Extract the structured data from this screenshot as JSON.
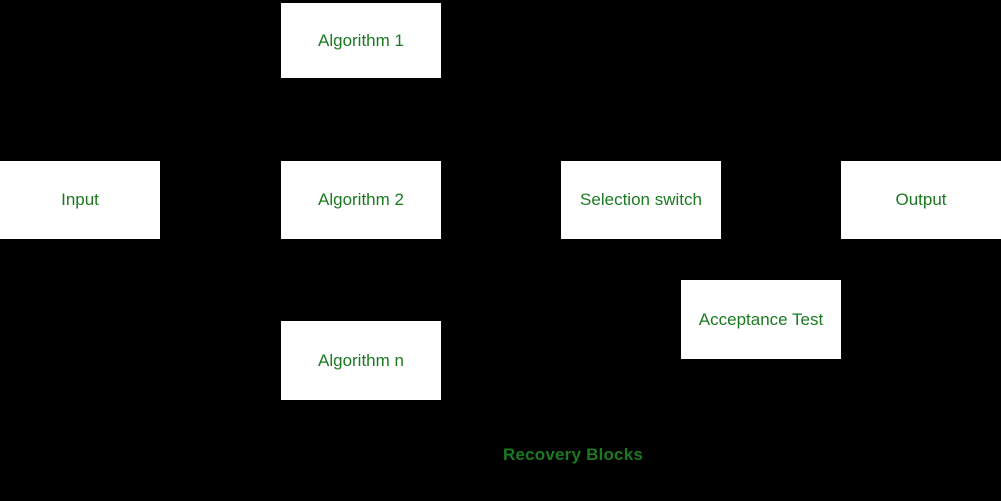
{
  "diagram": {
    "type": "block-diagram",
    "caption": "Recovery Blocks",
    "nodes": [
      {
        "id": "algorithm-1",
        "label": "Algorithm 1"
      },
      {
        "id": "input",
        "label": "Input"
      },
      {
        "id": "algorithm-2",
        "label": "Algorithm 2"
      },
      {
        "id": "selection-switch",
        "label": "Selection switch"
      },
      {
        "id": "output",
        "label": "Output"
      },
      {
        "id": "algorithm-n",
        "label": "Algorithm n"
      },
      {
        "id": "acceptance-test",
        "label": "Acceptance Test"
      }
    ],
    "colors": {
      "background": "#000000",
      "node_background": "#ffffff",
      "text": "#1b7a20"
    },
    "connectors_visible": false
  }
}
